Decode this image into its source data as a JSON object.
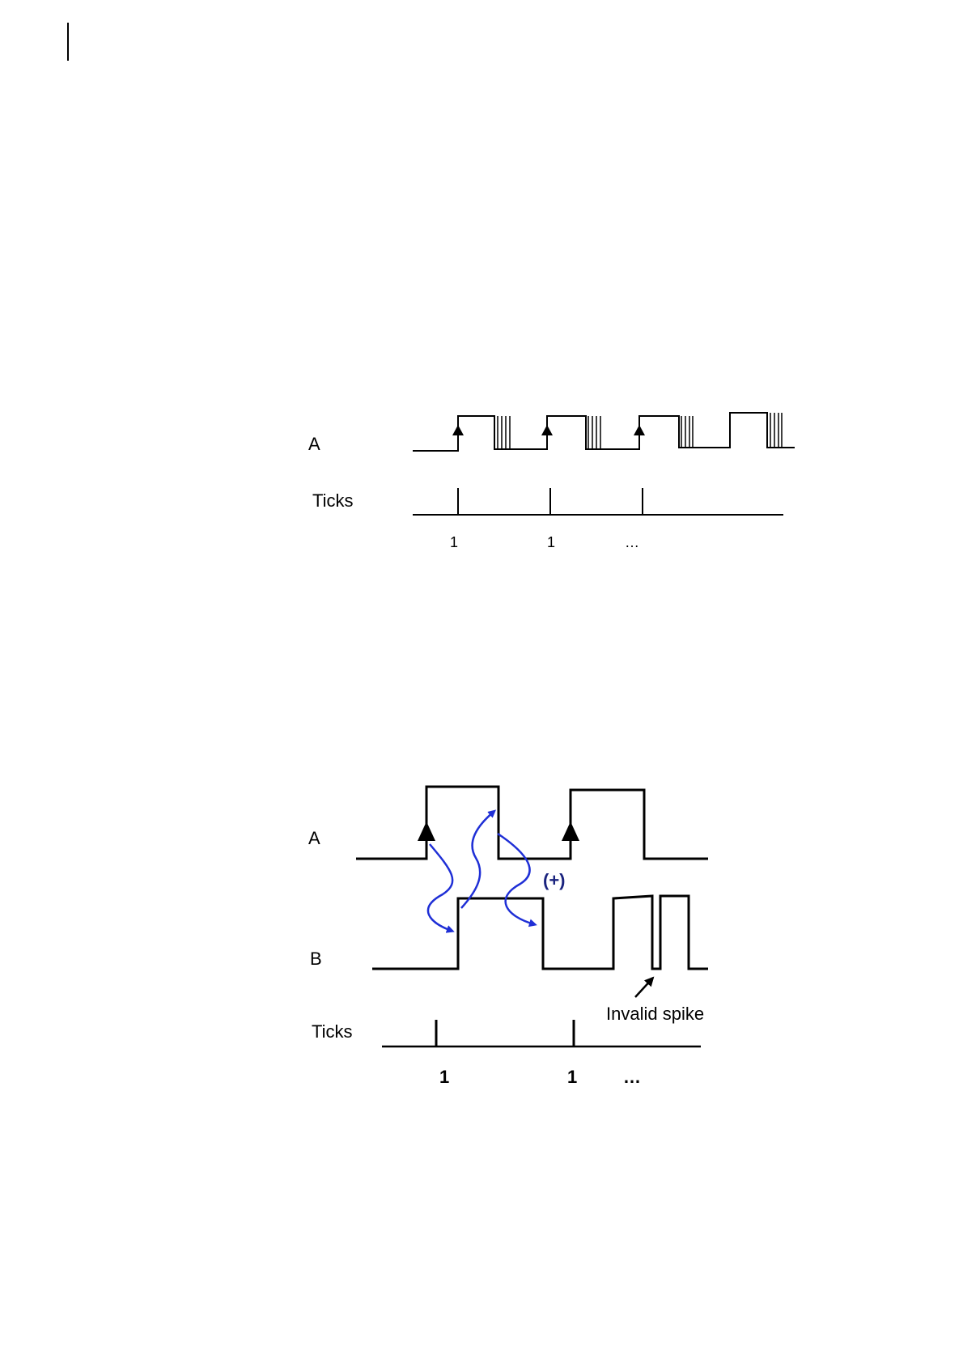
{
  "figure1": {
    "signal_a_label": "A",
    "ticks_label": "Ticks",
    "tick_labels": [
      "1",
      "1",
      "…"
    ]
  },
  "figure2": {
    "signal_a_label": "A",
    "signal_b_label": "B",
    "ticks_label": "Ticks",
    "tick_labels": [
      "1",
      "1",
      "…"
    ],
    "plus_annotation": "(+)",
    "invalid_spike_label": "Invalid spike",
    "colors": {
      "signal": "#000000",
      "causal_arrow": "#1f2fd6",
      "annotation": "#1a237e"
    }
  }
}
